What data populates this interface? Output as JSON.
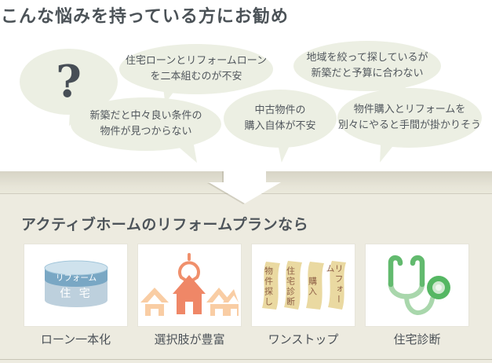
{
  "headings": {
    "problems": "こんな悩みを持っている方にお勧め",
    "solution": "アクティブホームのリフォームプランなら"
  },
  "bubbles": {
    "question": {
      "text": "?"
    },
    "loan": {
      "lines": [
        "住宅ローンとリフォームローン",
        "を二本組むのが不安"
      ]
    },
    "region": {
      "lines": [
        "地域を絞って探しているが",
        "新築だと予算に合わない"
      ]
    },
    "newbuild": {
      "lines": [
        "新築だと中々良い条件の",
        "物件が見つからない"
      ]
    },
    "used": {
      "lines": [
        "中古物件の",
        "購入自体が不安"
      ]
    },
    "separate": {
      "lines": [
        "物件購入とリフォームを",
        "別々にやると手間が掛かりそう"
      ]
    }
  },
  "cards": [
    {
      "label": "ローン一本化",
      "icon": "loan-cylinder-icon",
      "cylinder": {
        "band": "リフォーム",
        "body": "住 宅"
      }
    },
    {
      "label": "選択肢が豊富",
      "icon": "houses-crane-icon"
    },
    {
      "label": "ワンストップ",
      "icon": "process-ribbons-icon",
      "steps": [
        "物件探し",
        "住宅診断",
        "購入",
        "リフォーム"
      ]
    },
    {
      "label": "住宅診断",
      "icon": "stethoscope-icon"
    }
  ],
  "colors": {
    "bubble_fill": "#ecefe3",
    "band_background": "#edebe0",
    "cylinder_band_blue": "#79a7c4",
    "cylinder_body_blue": "#bdd0dd",
    "house_main_orange": "#ef8767",
    "house_light_orange": "#f9cda4",
    "ribbon_tan": "#ead9a1",
    "ribbon_text_brown": "#8d5e45",
    "stetho_dark_green": "#62ba6e",
    "stetho_light_green": "#a9d7ac",
    "text_dark": "#4b5257"
  }
}
